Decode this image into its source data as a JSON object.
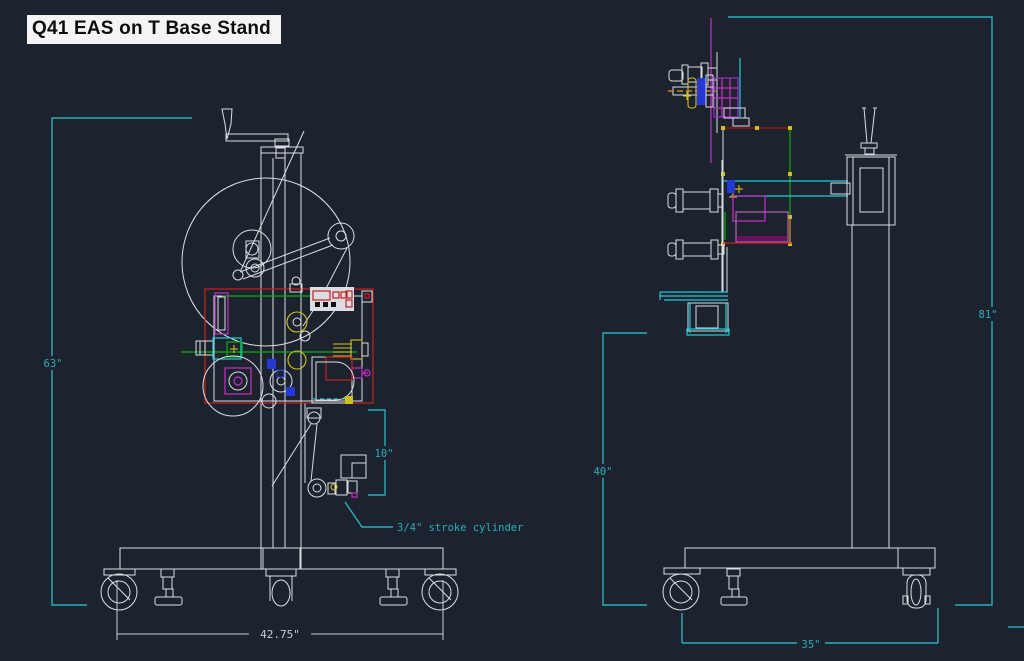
{
  "title": {
    "text": "Q41 EAS on T Base Stand"
  },
  "dimensions": {
    "front_height": "63\"",
    "front_width": "42.75\"",
    "front_stroke": "10\"",
    "front_stroke_note": "3/4\" stroke cylinder",
    "side_height": "81\"",
    "side_column": "40\"",
    "side_width": "35\""
  },
  "colors": {
    "background": "#1d232e",
    "dimension_cyan": "#27aebc",
    "machine_cyan": "#1ecad8",
    "line_white": "#dadee4",
    "red": "#c42222",
    "dark_red": "#7d1717",
    "green": "#07b007",
    "magenta": "#c52fc5",
    "violet": "#9a30d0",
    "yellow": "#cfc11d",
    "blue": "#2438d8",
    "orange": "#c08a1e",
    "gray_dim": "#c6cbd3",
    "title_bg": "#f4f4f4",
    "title_fg": "#0d0d0d"
  }
}
